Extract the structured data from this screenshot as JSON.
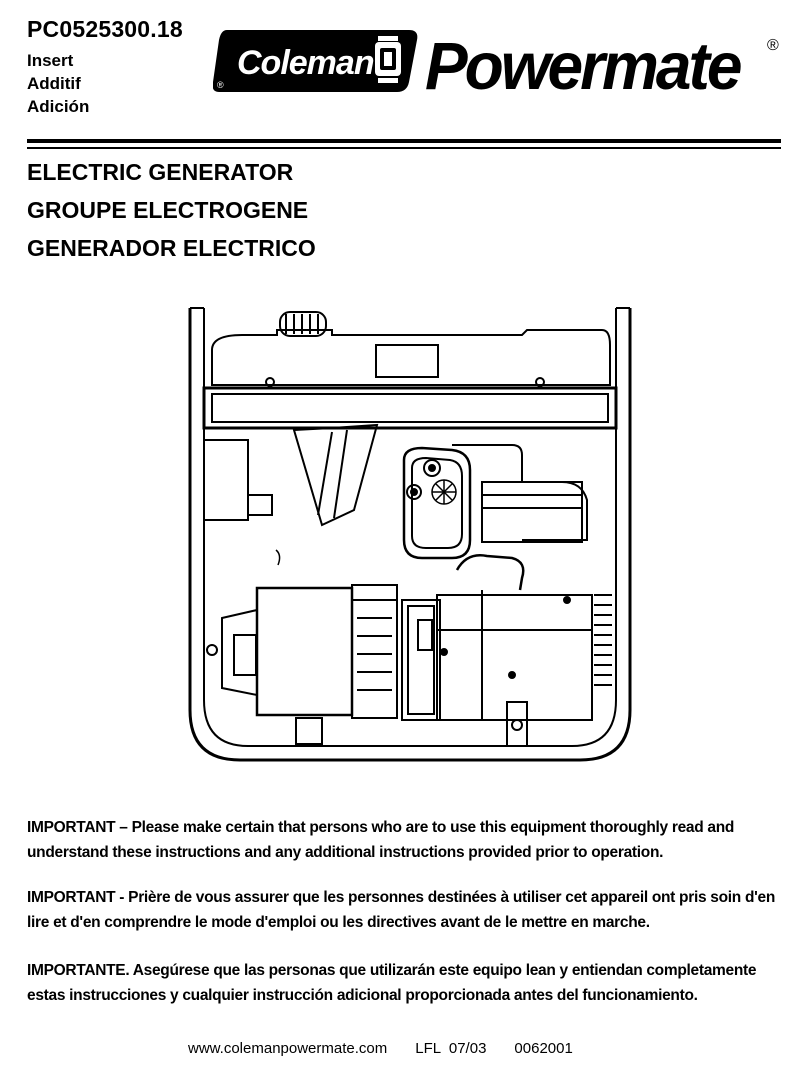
{
  "header": {
    "part_number": "PC0525300.18",
    "insert_lines": [
      "Insert",
      "Additif",
      "Adición"
    ]
  },
  "logo": {
    "brand_primary": "Coleman",
    "brand_secondary": "Powermate",
    "registered_mark": "®",
    "colors": {
      "ink": "#000000",
      "paper": "#ffffff"
    }
  },
  "titles": [
    "ELECTRIC GENERATOR",
    "GROUPE ELECTROGENE",
    "GENERADOR ELECTRICO"
  ],
  "notices": {
    "en": "IMPORTANT – Please make certain that persons who are to use this equipment thoroughly read and understand these instructions and any additional instructions provided prior to operation.",
    "fr": "IMPORTANT - Prière de vous assurer que les personnes destinées à utiliser cet appareil ont pris soin d'en lire et d'en comprendre le mode d'emploi ou les directives avant de le mettre en marche.",
    "es": "IMPORTANTE.  Asegúrese que las personas que utilizarán este equipo lean y entiendan completamente estas instrucciones y cualquier instrucción adicional proporcionada antes del funcionamiento."
  },
  "footer": {
    "website": "www.colemanpowermate.com",
    "revision": "LFL  07/03",
    "doc_code": "0062001"
  }
}
